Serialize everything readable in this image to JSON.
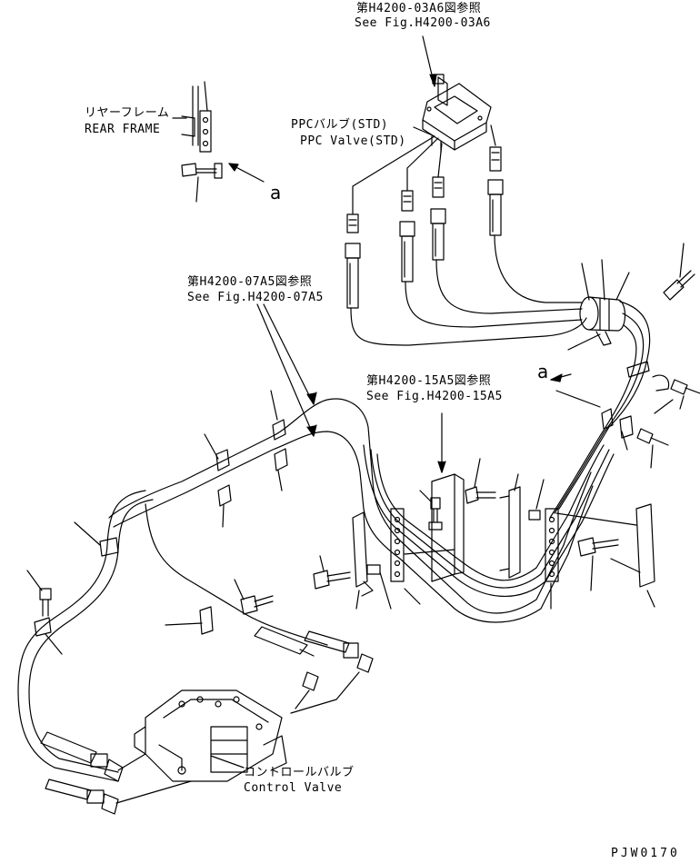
{
  "labels": {
    "ref_03a6_jp": "第H4200-03A6図参照",
    "ref_03a6_en": "See Fig.H4200-03A6",
    "ppc_valve_jp": "PPCバルブ(STD)",
    "ppc_valve_en": "PPC Valve(STD)",
    "rear_frame_jp": "リヤーフレーム",
    "rear_frame_en": "REAR FRAME",
    "ref_07a5_jp": "第H4200-07A5図参照",
    "ref_07a5_en": "See Fig.H4200-07A5",
    "ref_15a5_jp": "第H4200-15A5図参照",
    "ref_15a5_en": "See Fig.H4200-15A5",
    "control_valve_jp": "コントロールバルブ",
    "control_valve_en": "Control Valve",
    "view_marker_a": "a",
    "drawing_code": "PJW0170"
  }
}
